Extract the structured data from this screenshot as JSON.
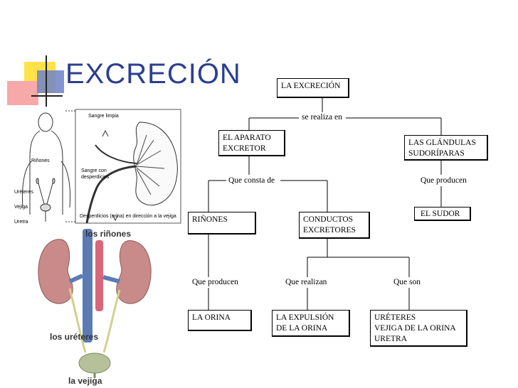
{
  "title": "EXCRECIÓN",
  "concept_map": {
    "root": "LA EXCRECIÓN",
    "link_root": "se realiza en",
    "aparato": "EL APARATO\nEXCRETOR",
    "glandulas": "LAS GLÁNDULAS\nSUDORÍPARAS",
    "link_consta": "Que consta de",
    "link_producen_glandulas": "Que producen",
    "sudor": "EL SUDOR",
    "rinones": "RIÑONES",
    "conductos": "CONDUCTOS\nEXCRETORES",
    "link_producen_rinones": "Que producen",
    "link_realizan": "Que realizan",
    "link_son": "Que son",
    "orina": "LA ORINA",
    "expulsion": "LA EXPULSIÓN\nDE LA ORINA",
    "ureteres": "URÉTERES\nVEJIGA DE LA ORINA\nURETRA"
  },
  "illustration_top": {
    "label_sangre_limpia": "Sangre limpia",
    "label_sangre_desperdicios": "Sangre con\ndesperdicios",
    "label_desperdicios": "Desperdicios (orina) en dirección a la vejiga",
    "label_rinones": "Riñones",
    "label_ureteres": "Uréteres",
    "label_vejiga": "Vejiga",
    "label_uretra": "Uretra"
  },
  "illustration_bottom": {
    "label_rinones": "los riñones",
    "label_ureteres": "los uréteres",
    "label_vejiga": "la vejiga"
  },
  "colors": {
    "title": "#2c3f8f",
    "deco_yellow": "#ffe14a",
    "deco_pink": "#f7a8a8",
    "deco_blue": "#6d82c9",
    "kidney": "#c98a8a",
    "vein": "#5b7bb5",
    "artery": "#d9667a"
  }
}
